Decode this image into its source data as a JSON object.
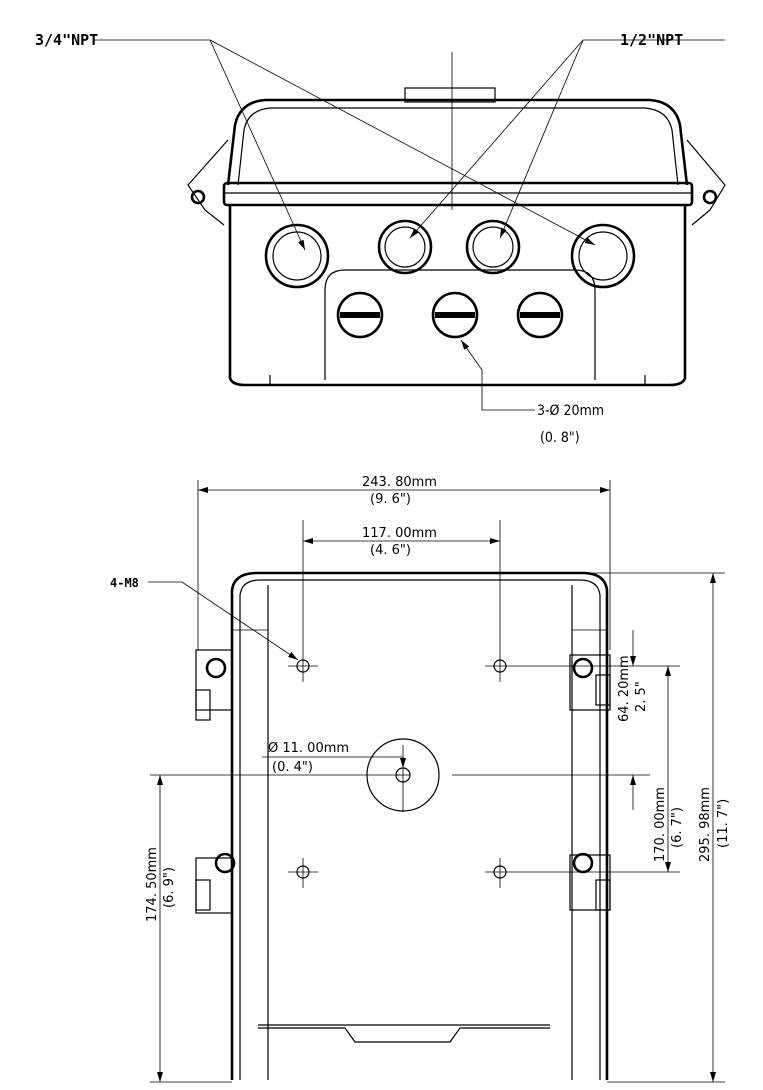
{
  "top_view": {
    "label_34npt": "3/4\"NPT",
    "label_12npt": "1/2\"NPT",
    "label_holes": "3-Ø 20mm",
    "label_holes_in": "(0. 8\")"
  },
  "bottom_view": {
    "width_mm": "243. 80mm",
    "width_in": "(9. 6\")",
    "hole_span_mm": "117. 00mm",
    "hole_span_in": "(4. 6\")",
    "bolt_label": "4-M8",
    "center_hole_mm": "Ø 11. 00mm",
    "center_hole_in": "(0. 4\")",
    "offset_mm": "64. 20mm",
    "offset_in": "2. 5\"",
    "vert_span_mm": "170. 00mm",
    "vert_span_in": "(6. 7\")",
    "height_mm": "295. 98mm",
    "height_in": "(11. 7\")",
    "lower_mm": "174. 50mm",
    "lower_in": "(6. 9\")"
  }
}
